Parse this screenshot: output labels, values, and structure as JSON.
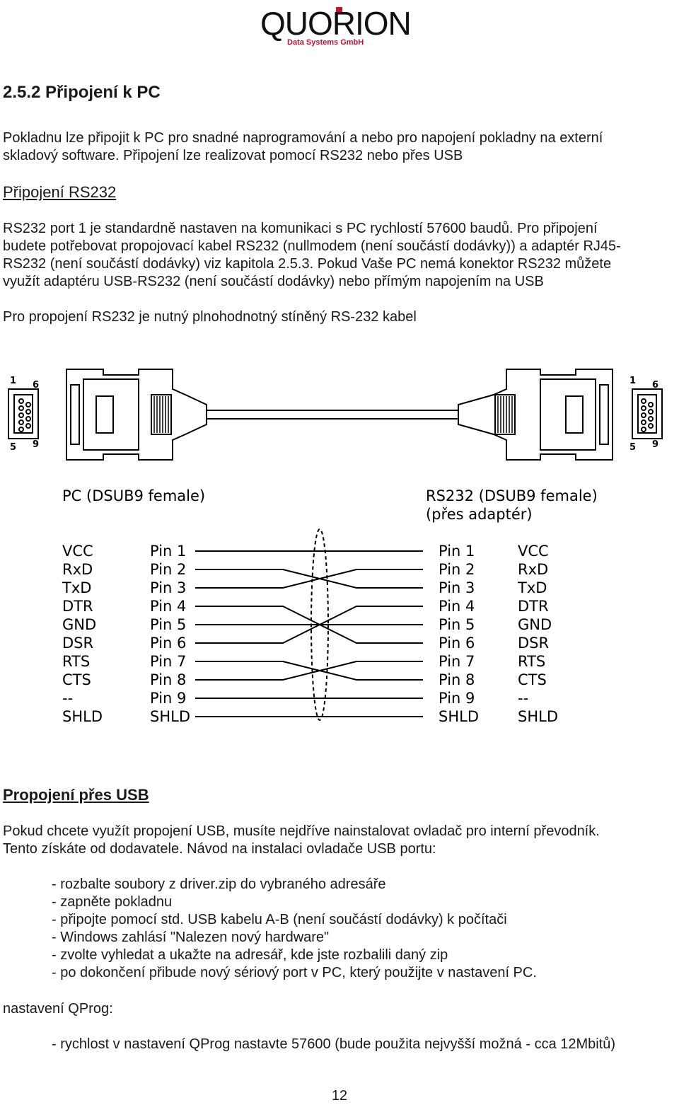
{
  "header": {
    "logo_word": "QUORION",
    "logo_sub": "Data Systems GmbH"
  },
  "section": {
    "title": "2.5.2 Připojení k PC",
    "intro_line1": "Pokladnu lze připojit k PC pro snadné naprogramování a nebo pro napojení pokladny na externí",
    "intro_line2": "skladový software. Připojení lze realizovat pomocí RS232 nebo přes USB"
  },
  "rs232": {
    "heading": "Připojení RS232",
    "p1_line1": "RS232 port 1 je standardně nastaven na komunikaci s PC rychlostí 57600 baudů.  Pro připojení",
    "p1_line2": "budete potřebovat propojovací kabel RS232 (nullmodem (není součástí dodávky)) a adaptér RJ45-",
    "p1_line3": "RS232 (není součástí dodávky) viz kapitola 2.5.3. Pokud Vaše PC nemá konektor RS232 můžete",
    "p1_line4": "využít adaptéru USB-RS232 (není součástí dodávky)  nebo přímým napojením na USB",
    "p2": "Pro propojení RS232 je nutný plnohodnotný stíněný RS-232 kabel"
  },
  "diagram": {
    "left_title": "PC (DSUB9 female)",
    "right_title_1": "RS232 (DSUB9 female)",
    "right_title_2": "(přes adaptér)",
    "connector_pins": [
      "1",
      "6",
      "5",
      "9"
    ],
    "left_signals": [
      "VCC",
      "RxD",
      "TxD",
      "DTR",
      "GND",
      "DSR",
      "RTS",
      "CTS",
      "--",
      "SHLD"
    ],
    "left_pins": [
      "Pin 1",
      "Pin 2",
      "Pin 3",
      "Pin 4",
      "Pin 5",
      "Pin 6",
      "Pin 7",
      "Pin 8",
      "Pin 9",
      "SHLD"
    ],
    "right_pins": [
      "Pin 1",
      "Pin 2",
      "Pin 3",
      "Pin 4",
      "Pin 5",
      "Pin 6",
      "Pin 7",
      "Pin 8",
      "Pin 9",
      "SHLD"
    ],
    "right_signals": [
      "VCC",
      "RxD",
      "TxD",
      "DTR",
      "GND",
      "DSR",
      "RTS",
      "CTS",
      "--",
      "SHLD"
    ],
    "wiring": [
      [
        1,
        1
      ],
      [
        2,
        3
      ],
      [
        3,
        2
      ],
      [
        4,
        6
      ],
      [
        5,
        5
      ],
      [
        6,
        4
      ],
      [
        7,
        8
      ],
      [
        8,
        7
      ],
      [
        9,
        9
      ],
      [
        10,
        10
      ]
    ]
  },
  "usb": {
    "heading": "Propojení přes USB",
    "p1_line1": "Pokud chcete využít propojení USB, musíte nejdříve nainstalovat ovladač pro interní převodník.",
    "p1_line2": "Tento získáte od dodavatele. Návod na instalaci ovladače USB portu:",
    "steps": [
      "- rozbalte soubory z driver.zip do vybraného adresáře",
      "- zapněte pokladnu",
      "- připojte pomocí std. USB kabelu A-B (není součástí dodávky) k počítači",
      "- Windows zahlásí \"Nalezen nový hardware\"",
      "- zvolte vyhledat a ukažte na adresář, kde jste rozbalili daný zip",
      "- po dokončení přibude nový sériový port v PC, který použijte v nastavení PC."
    ],
    "qprog_label": "nastavení QProg:",
    "qprog_item": "- rychlost v nastavení QProg nastavte 57600 (bude použita nejvyšší možná - cca 12Mbitů)"
  },
  "footer": {
    "page_number": "12"
  }
}
